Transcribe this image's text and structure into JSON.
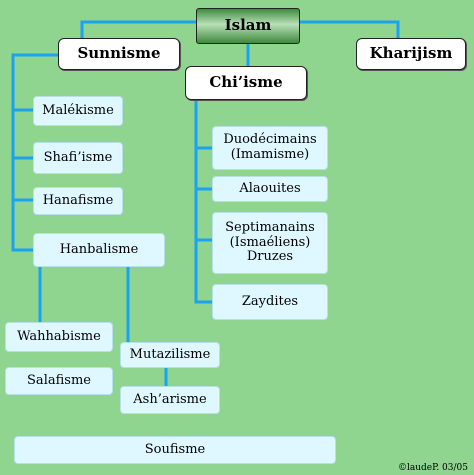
{
  "nodes": {
    "islam": "Islam",
    "sunnisme": "Sunnisme",
    "chiisme": "Chi’isme",
    "kharijism": "Kharijism",
    "malekisme": "Malékisme",
    "shafiisme": "Shafi’isme",
    "hanafisme": "Hanafisme",
    "hanbalisme": "Hanbalisme",
    "wahhabisme": "Wahhabisme",
    "salafisme": "Salafisme",
    "mutazilisme": "Mutazilisme",
    "asharisme": "Ash’arisme",
    "duodecimains": "Duodécimains\n(Imamisme)",
    "alaouites": "Alaouites",
    "septimanains": "Septimanains\n(Ismaéliens)\nDruzes",
    "zaydites": "Zaydites",
    "soufisme": "Soufisme"
  },
  "credit": "©laudeP. 03/05",
  "colors": {
    "background": "#8fd48f",
    "connector": "#1aa3f0",
    "branch_box": "#dff8ff",
    "islam_box": "#5aa55a"
  }
}
